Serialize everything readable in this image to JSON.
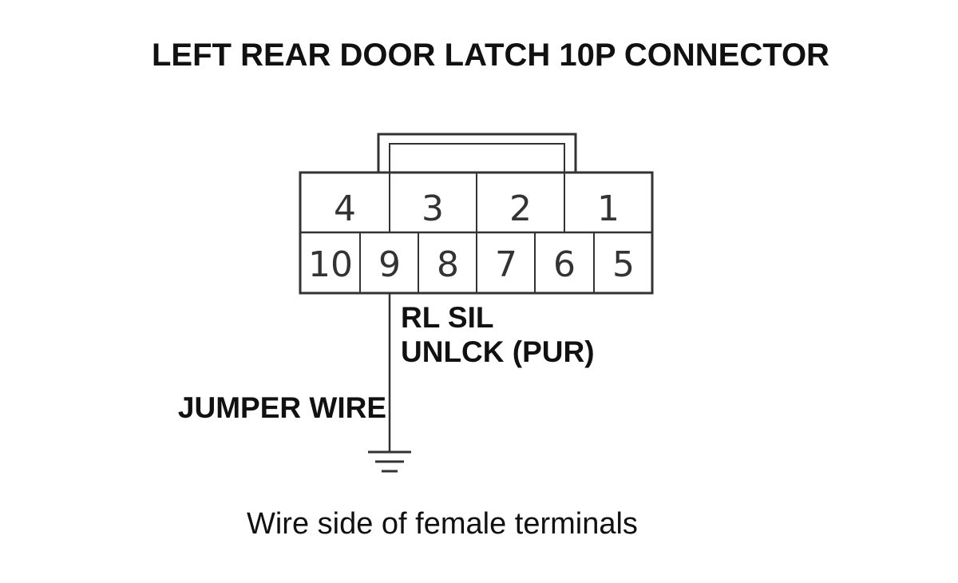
{
  "title": "LEFT REAR DOOR LATCH 10P CONNECTOR",
  "connector": {
    "top_row": [
      "4",
      "3",
      "2",
      "1"
    ],
    "bottom_row": [
      "10",
      "9",
      "8",
      "7",
      "6",
      "5"
    ]
  },
  "wire_label": {
    "line1": "RL SIL",
    "line2": "UNLCK (PUR)"
  },
  "jumper_label": "JUMPER WIRE",
  "caption": "Wire side of female terminals"
}
